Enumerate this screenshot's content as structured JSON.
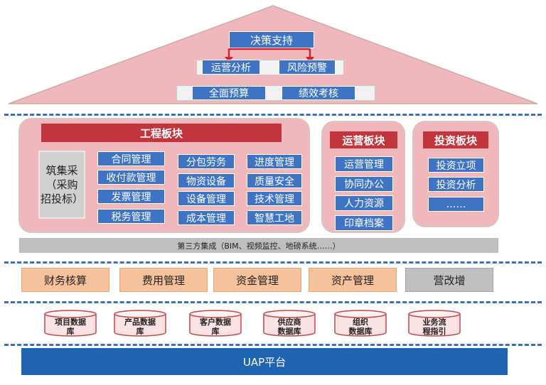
{
  "roof": {
    "top": "决策支持",
    "middle": [
      "运营分析",
      "风险预警"
    ],
    "bottom": [
      "全面预算",
      "绩效考核"
    ]
  },
  "engineering": {
    "title": "工程板块",
    "side": [
      "筑集采",
      "（采购",
      "招投标）"
    ],
    "col1": [
      "合同管理",
      "收付款管理",
      "发票管理",
      "税务管理"
    ],
    "col2": [
      "分包劳务",
      "物资设备",
      "设备管理",
      "成本管理"
    ],
    "col3": [
      "进度管理",
      "质量安全",
      "技术管理",
      "智慧工地"
    ]
  },
  "operations": {
    "title": "运营板块",
    "items": [
      "运营管理",
      "协同办公",
      "人力资源",
      "印章档案"
    ]
  },
  "investment": {
    "title": "投资板块",
    "items": [
      "投资立项",
      "投资分析",
      "……"
    ]
  },
  "integration": "第三方集成（BIM、视频监控、地磅系统……）",
  "finance": [
    "财务核算",
    "费用管理",
    "资金管理",
    "资产管理",
    "营改增"
  ],
  "databases": [
    [
      "项目数据",
      "库"
    ],
    [
      "产品数据",
      "库"
    ],
    [
      "客户数据",
      "库"
    ],
    [
      "供应商",
      "数据库"
    ],
    [
      "组织",
      "数据库"
    ],
    [
      "业务流",
      "程指引"
    ]
  ],
  "platform": "UAP平台",
  "colors": {
    "roof_fill": "#f0b8bc",
    "accent_blue": "#3f74c4",
    "section_red": "#c3353d",
    "finance_orange": "#f6c29c",
    "platform_blue": "#1f64b0"
  }
}
